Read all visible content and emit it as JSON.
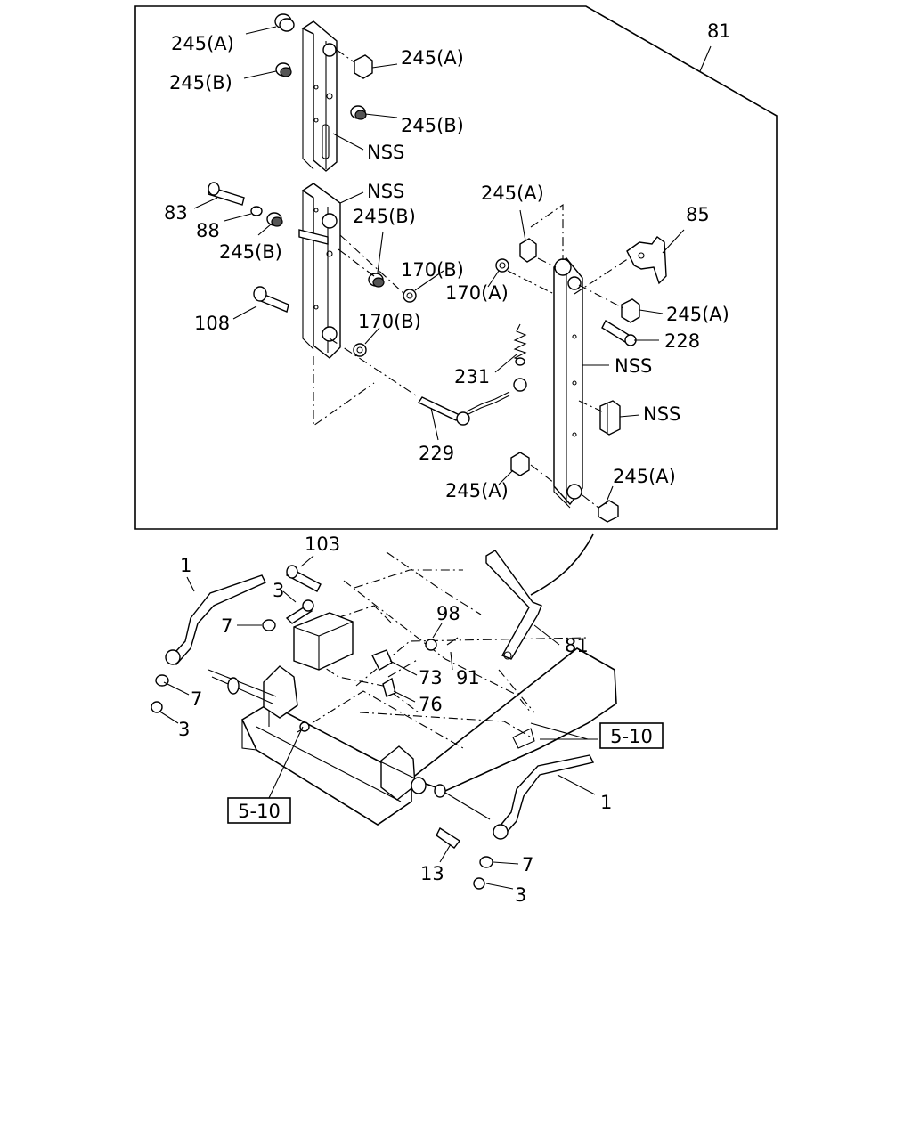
{
  "diagram": {
    "callouts": [
      {
        "id": "c1",
        "text": "245(A)"
      },
      {
        "id": "c2",
        "text": "245(B)"
      },
      {
        "id": "c3",
        "text": "245(A)"
      },
      {
        "id": "c4",
        "text": "245(B)"
      },
      {
        "id": "c5",
        "text": "NSS"
      },
      {
        "id": "c6",
        "text": "81"
      },
      {
        "id": "c7",
        "text": "NSS"
      },
      {
        "id": "c8",
        "text": "83"
      },
      {
        "id": "c9",
        "text": "88"
      },
      {
        "id": "c10",
        "text": "245(B)"
      },
      {
        "id": "c11",
        "text": "245(B)"
      },
      {
        "id": "c12",
        "text": "245(A)"
      },
      {
        "id": "c13",
        "text": "85"
      },
      {
        "id": "c14",
        "text": "170(B)"
      },
      {
        "id": "c15",
        "text": "170(A)"
      },
      {
        "id": "c16",
        "text": "245(A)"
      },
      {
        "id": "c17",
        "text": "108"
      },
      {
        "id": "c18",
        "text": "170(B)"
      },
      {
        "id": "c19",
        "text": "228"
      },
      {
        "id": "c20",
        "text": "NSS"
      },
      {
        "id": "c21",
        "text": "231"
      },
      {
        "id": "c22",
        "text": "NSS"
      },
      {
        "id": "c23",
        "text": "229"
      },
      {
        "id": "c24",
        "text": "245(A)"
      },
      {
        "id": "c25",
        "text": "245(A)"
      },
      {
        "id": "c26",
        "text": "103"
      },
      {
        "id": "c27",
        "text": "1"
      },
      {
        "id": "c28",
        "text": "3"
      },
      {
        "id": "c29",
        "text": "7"
      },
      {
        "id": "c30",
        "text": "98"
      },
      {
        "id": "c31",
        "text": "81"
      },
      {
        "id": "c32",
        "text": "73"
      },
      {
        "id": "c33",
        "text": "91"
      },
      {
        "id": "c34",
        "text": "76"
      },
      {
        "id": "c35",
        "text": "7"
      },
      {
        "id": "c36",
        "text": "3"
      },
      {
        "id": "c37",
        "text": "1"
      },
      {
        "id": "c38",
        "text": "13"
      },
      {
        "id": "c39",
        "text": "7"
      },
      {
        "id": "c40",
        "text": "3"
      }
    ],
    "references": [
      {
        "id": "r1",
        "text": "5-10"
      },
      {
        "id": "r2",
        "text": "5-10"
      }
    ]
  }
}
